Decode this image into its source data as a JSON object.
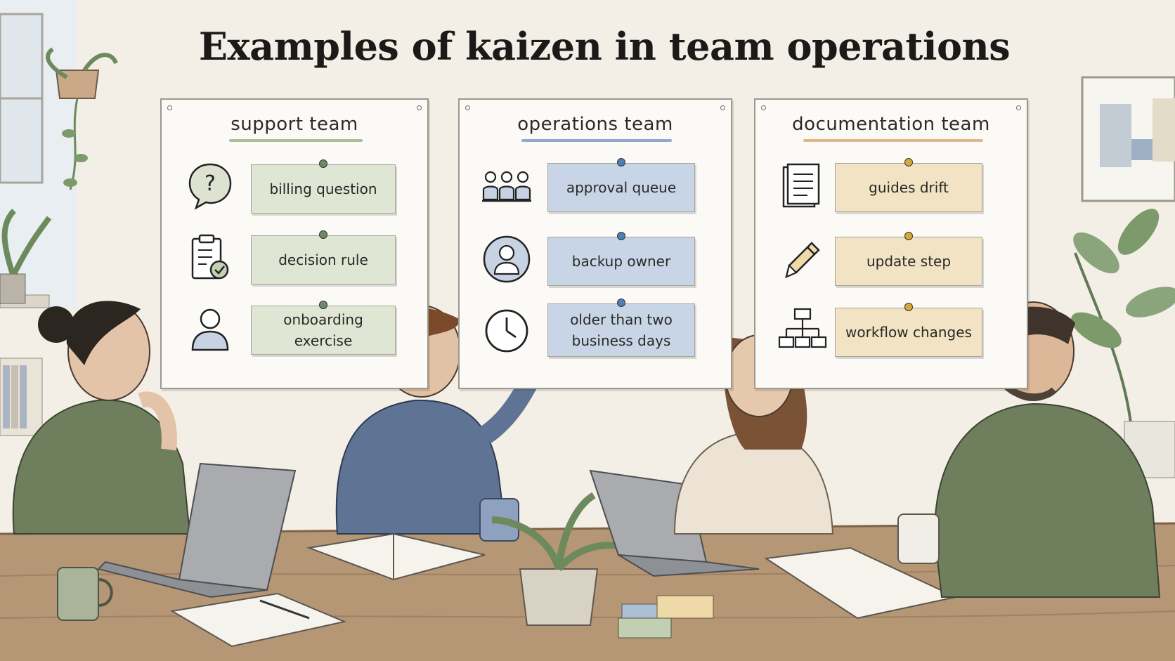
{
  "title": "Examples of kaizen in team operations",
  "boards": [
    {
      "title": "support team",
      "underline_color": "#a9bf98",
      "notes": [
        {
          "text": "billing question",
          "icon": "question-bubble-icon"
        },
        {
          "text": "decision rule",
          "icon": "clipboard-check-icon"
        },
        {
          "text": "onboarding exercise",
          "icon": "person-icon"
        }
      ]
    },
    {
      "title": "operations team",
      "underline_color": "#8fa9cf",
      "notes": [
        {
          "text": "approval queue",
          "icon": "people-queue-icon"
        },
        {
          "text": "backup owner",
          "icon": "person-circle-icon"
        },
        {
          "text": "older than two business days",
          "icon": "clock-icon"
        }
      ]
    },
    {
      "title": "documentation team",
      "underline_color": "#e0b788",
      "notes": [
        {
          "text": "guides drift",
          "icon": "document-icon"
        },
        {
          "text": "update step",
          "icon": "pencil-icon"
        },
        {
          "text": "workflow changes",
          "icon": "flowchart-icon"
        }
      ]
    }
  ],
  "colors": {
    "wall": "#f3efe6",
    "table": "#b59675",
    "green_note": "#dfe6d4",
    "blue_note": "#c7d5e7",
    "tan_note": "#f1e3c4"
  }
}
